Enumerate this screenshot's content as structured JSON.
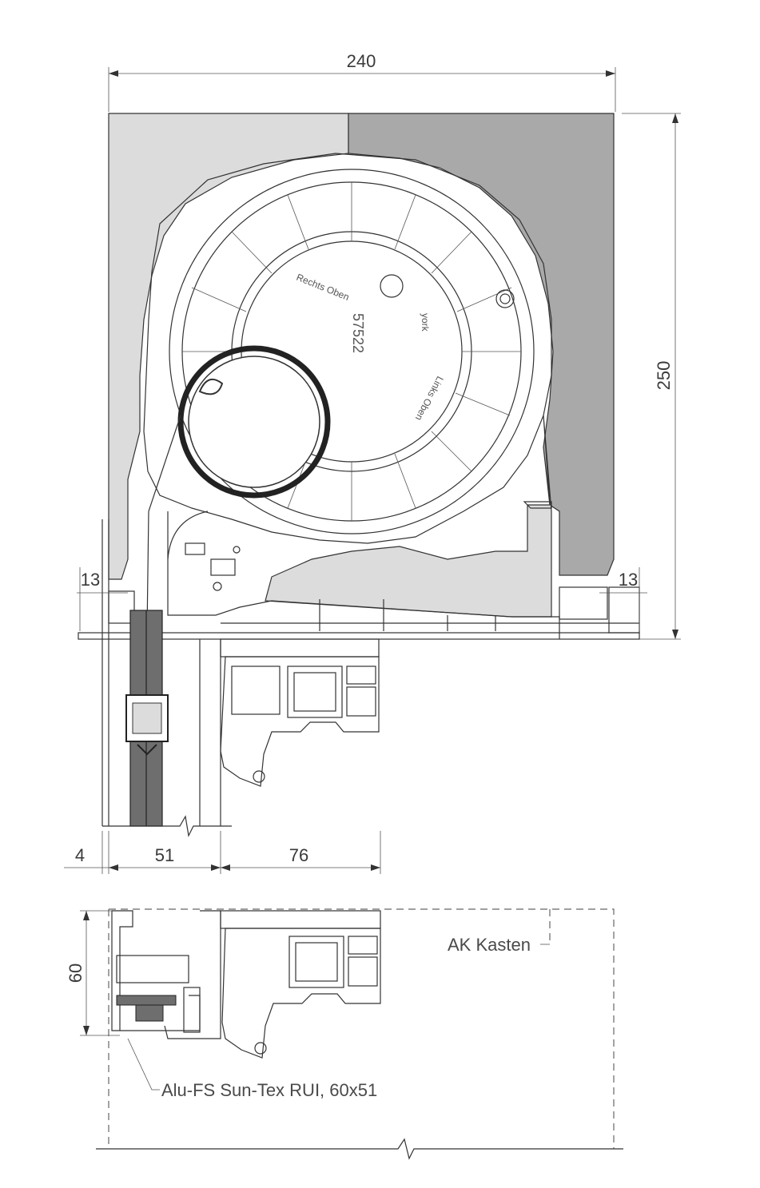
{
  "dimensions": {
    "top_width": "240",
    "right_height": "250",
    "left_inset": "13",
    "right_inset": "13",
    "bottom_a": "4",
    "bottom_b": "51",
    "bottom_c": "76",
    "section_height": "60"
  },
  "labels": {
    "box": "AK Kasten",
    "guide": "Alu-FS Sun-Tex RUI, 60x51"
  },
  "roller_stamps": {
    "top": "Rechts Oben",
    "right": "Links Oben",
    "code": "57522",
    "brand": "york"
  },
  "colors": {
    "insulation_light": "#dcdcdc",
    "insulation_dark": "#a9a9a9",
    "glass": "#6e6e6e",
    "line": "#333333"
  }
}
